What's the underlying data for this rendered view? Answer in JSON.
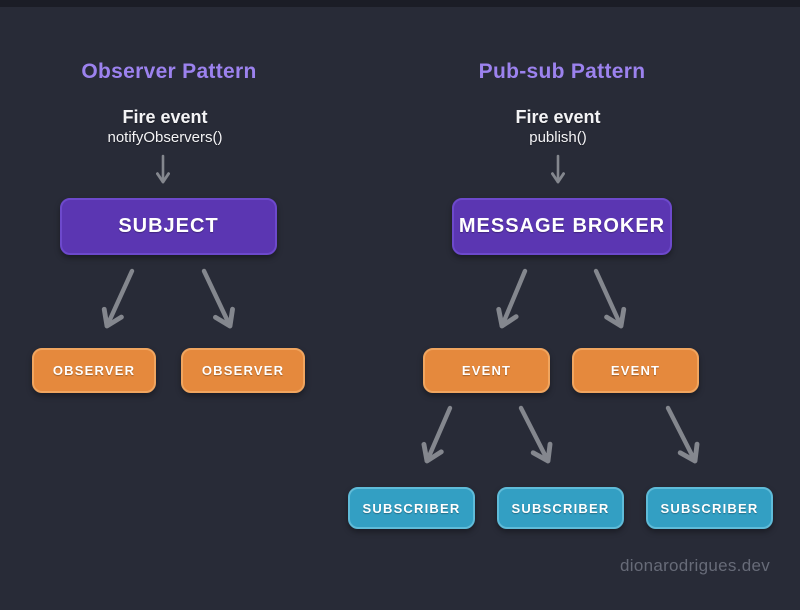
{
  "watermark": "dionarodrigues.dev",
  "observer": {
    "title": "Observer Pattern",
    "fire_label": "Fire event",
    "fire_method": "notifyObservers()",
    "subject": "SUBJECT",
    "observers": [
      "OBSERVER",
      "OBSERVER"
    ]
  },
  "pubsub": {
    "title": "Pub-sub Pattern",
    "fire_label": "Fire event",
    "fire_method": "publish()",
    "broker": "MESSAGE BROKER",
    "events": [
      "EVENT",
      "EVENT"
    ],
    "subscribers": [
      "SUBSCRIBER",
      "SUBSCRIBER",
      "SUBSCRIBER"
    ]
  },
  "colors": {
    "background": "#282b37",
    "node_purple": "#5b36b2",
    "node_purple_border": "#6d49cc",
    "title_purple": "#9c82ee",
    "node_orange": "#e5893d",
    "node_orange_border": "#f0a55f",
    "node_teal": "#339fc3",
    "node_teal_border": "#5fbbd8",
    "arrow_gray": "#84878e",
    "text_white": "#f4f4f6",
    "watermark_gray": "#676b78"
  }
}
